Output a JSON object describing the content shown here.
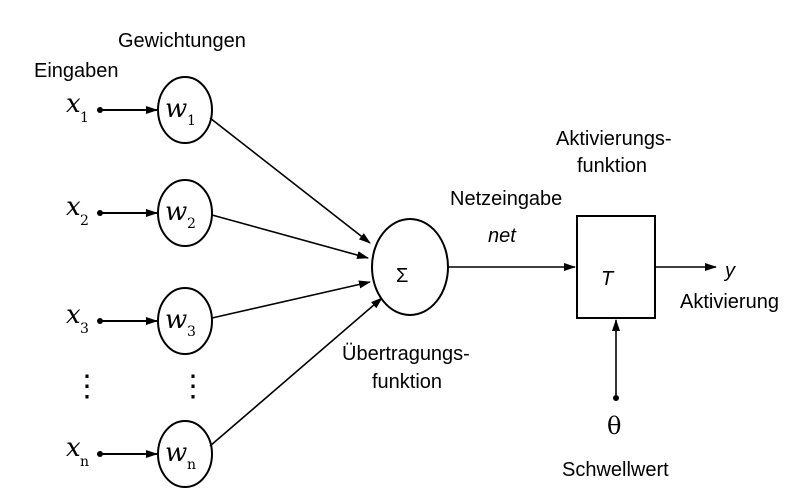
{
  "labels": {
    "inputs_heading": "Eingaben",
    "weights_heading": "Gewichtungen",
    "net_input_heading": "Netzeingabe",
    "net_symbol": "net",
    "activation_function_line1": "Aktivierungs-",
    "activation_function_line2": "funktion",
    "transfer_function_line1": "Übertragungs-",
    "transfer_function_line2": "funktion",
    "threshold": "Schwellwert",
    "threshold_symbol": "θ",
    "output_symbol": "y",
    "output_label": "Aktivierung",
    "sum_symbol": "Σ",
    "activation_symbol": "T",
    "ellipsis": "⋮"
  },
  "inputs": [
    {
      "x": "x",
      "x_sub": "1",
      "w": "w",
      "w_sub": "1"
    },
    {
      "x": "x",
      "x_sub": "2",
      "w": "w",
      "w_sub": "2"
    },
    {
      "x": "x",
      "x_sub": "3",
      "w": "w",
      "w_sub": "3"
    },
    {
      "x": "x",
      "x_sub": "n",
      "w": "w",
      "w_sub": "n"
    }
  ]
}
